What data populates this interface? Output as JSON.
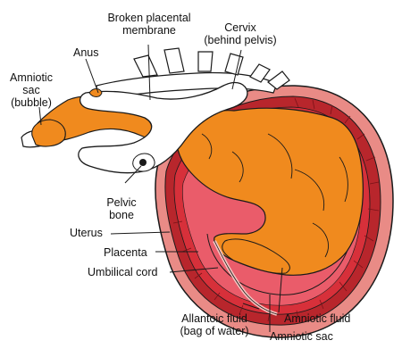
{
  "labels": {
    "broken_membrane": "Broken placental\nmembrane",
    "cervix": "Cervix\n(behind pelvis)",
    "anus": "Anus",
    "amniotic_sac_bubble": "Amniotic\nsac\n(bubble)",
    "pelvic_bone": "Pelvic\nbone",
    "uterus": "Uterus",
    "placenta": "Placenta",
    "umbilical_cord": "Umbilical cord",
    "allantoic_fluid": "Allantoic fluid\n(bag of water)",
    "amniotic_fluid": "Amniotic fluid",
    "amniotic_sac": "Amniotic sac"
  },
  "colors": {
    "uterus_wall": "#b8262c",
    "uterus_outer": "#e98b86",
    "placenta": "#d7303a",
    "fluid": "#ea5c6a",
    "calf": "#f08a1e",
    "bone": "#ffffff",
    "outline": "#1a1a1a"
  }
}
